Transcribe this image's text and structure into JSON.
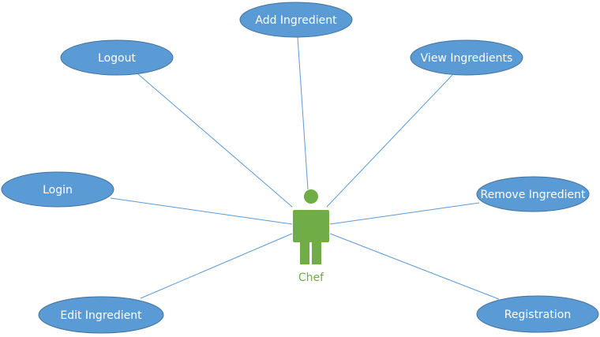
{
  "colors": {
    "use_case_fill": "#5B9BD5",
    "use_case_stroke": "#41719C",
    "use_case_text": "#FFFFFF",
    "connector": "#5B9BD5",
    "actor": "#70AD47"
  },
  "actor": {
    "label": "Chef",
    "icon": "person-icon"
  },
  "use_cases": [
    {
      "id": "add-ingredient",
      "label": "Add Ingredient"
    },
    {
      "id": "logout",
      "label": "Logout"
    },
    {
      "id": "view-ingredients",
      "label": "View Ingredients"
    },
    {
      "id": "login",
      "label": "Login"
    },
    {
      "id": "remove-ingredient",
      "label": "Remove Ingredient"
    },
    {
      "id": "edit-ingredient",
      "label": "Edit Ingredient"
    },
    {
      "id": "registration",
      "label": "Registration"
    }
  ]
}
